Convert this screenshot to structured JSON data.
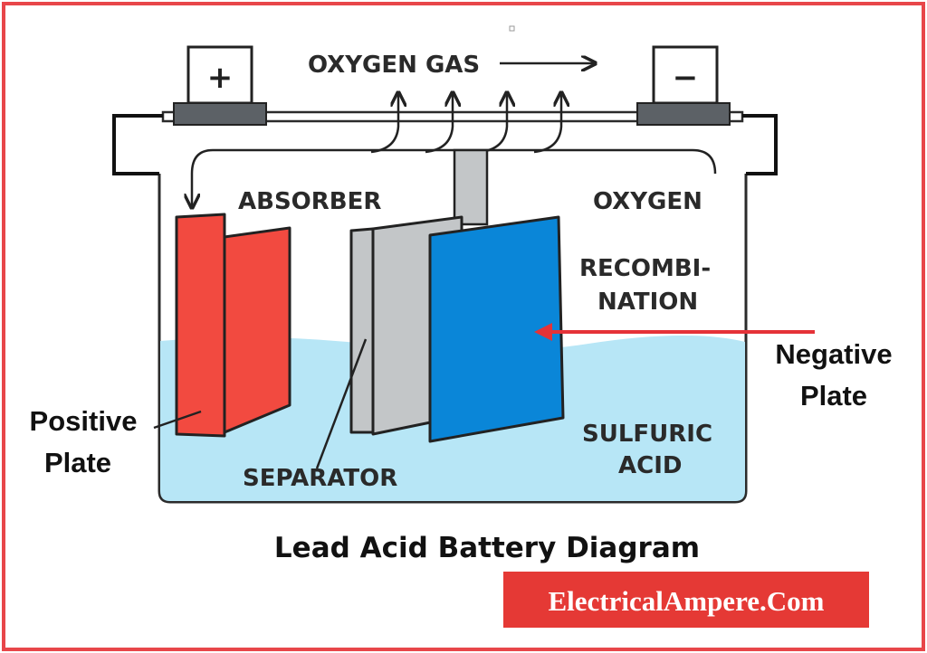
{
  "colors": {
    "frame": "#e8464a",
    "positive_plate": "#f24a40",
    "negative_plate": "#0a86d8",
    "separator": "#c3c6c8",
    "electrolyte": "#b7e6f6",
    "brand_bg": "#e53935",
    "pointer_arrow": "#e53238"
  },
  "icons": {
    "positive_terminal": "plus-icon",
    "negative_terminal": "minus-icon",
    "gas_arrows": "up-arrow-icon",
    "flow_arrow": "right-arrow-icon"
  },
  "terminals": {
    "positive": "+",
    "negative": "−"
  },
  "labels": {
    "oxygen_gas": "OXYGEN GAS",
    "absorber": "ABSORBER",
    "oxygen": "OXYGEN",
    "recombination_line1": "RECOMBI-",
    "recombination_line2": "NATION",
    "sulfuric_line1": "SULFURIC",
    "sulfuric_line2": "ACID",
    "separator": "SEPARATOR"
  },
  "annotations": {
    "positive_line1": "Positive",
    "positive_line2": "Plate",
    "negative_line1": "Negative",
    "negative_line2": "Plate"
  },
  "title": "Lead Acid Battery Diagram",
  "brand": "ElectricalAmpere.Com"
}
